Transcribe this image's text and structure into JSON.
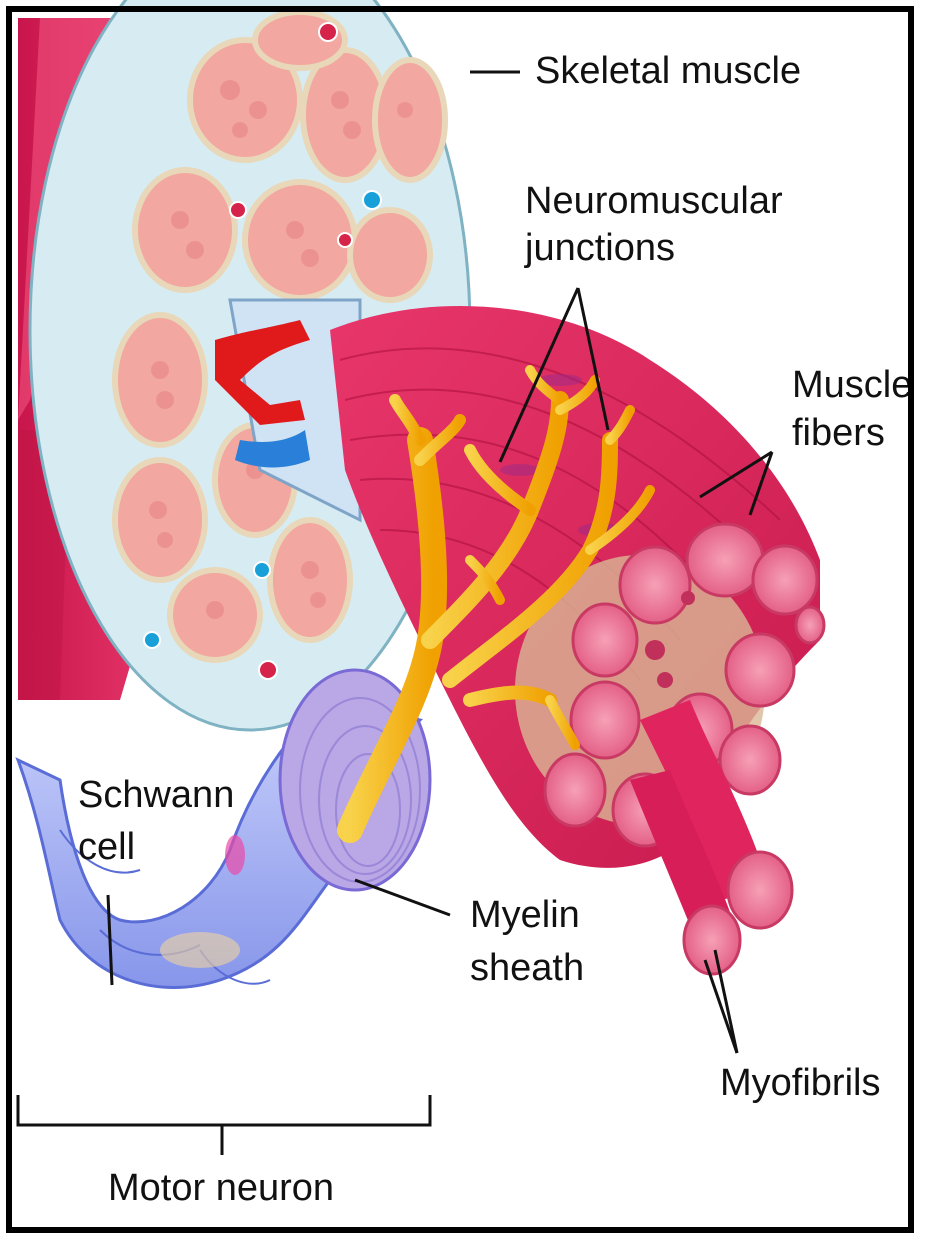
{
  "labels": {
    "skeletal_muscle": "Skeletal muscle",
    "neuromuscular_1": "Neuromuscular",
    "neuromuscular_2": "junctions",
    "muscle_fibers_1": "Muscle",
    "muscle_fibers_2": "fibers",
    "schwann_1": "Schwann",
    "schwann_2": "cell",
    "myelin_1": "Myelin",
    "myelin_2": "sheath",
    "myofibrils": "Myofibrils",
    "motor_neuron": "Motor neuron"
  },
  "colors": {
    "muscle": "#e0245e",
    "muscle_light": "#f06090",
    "fascicle": "#f2a7a0",
    "connective": "#cfe6ee",
    "nerve": "#f5b800",
    "schwann": "#8ea0ee",
    "artery": "#e01a1a",
    "vein": "#2a7fd8"
  }
}
